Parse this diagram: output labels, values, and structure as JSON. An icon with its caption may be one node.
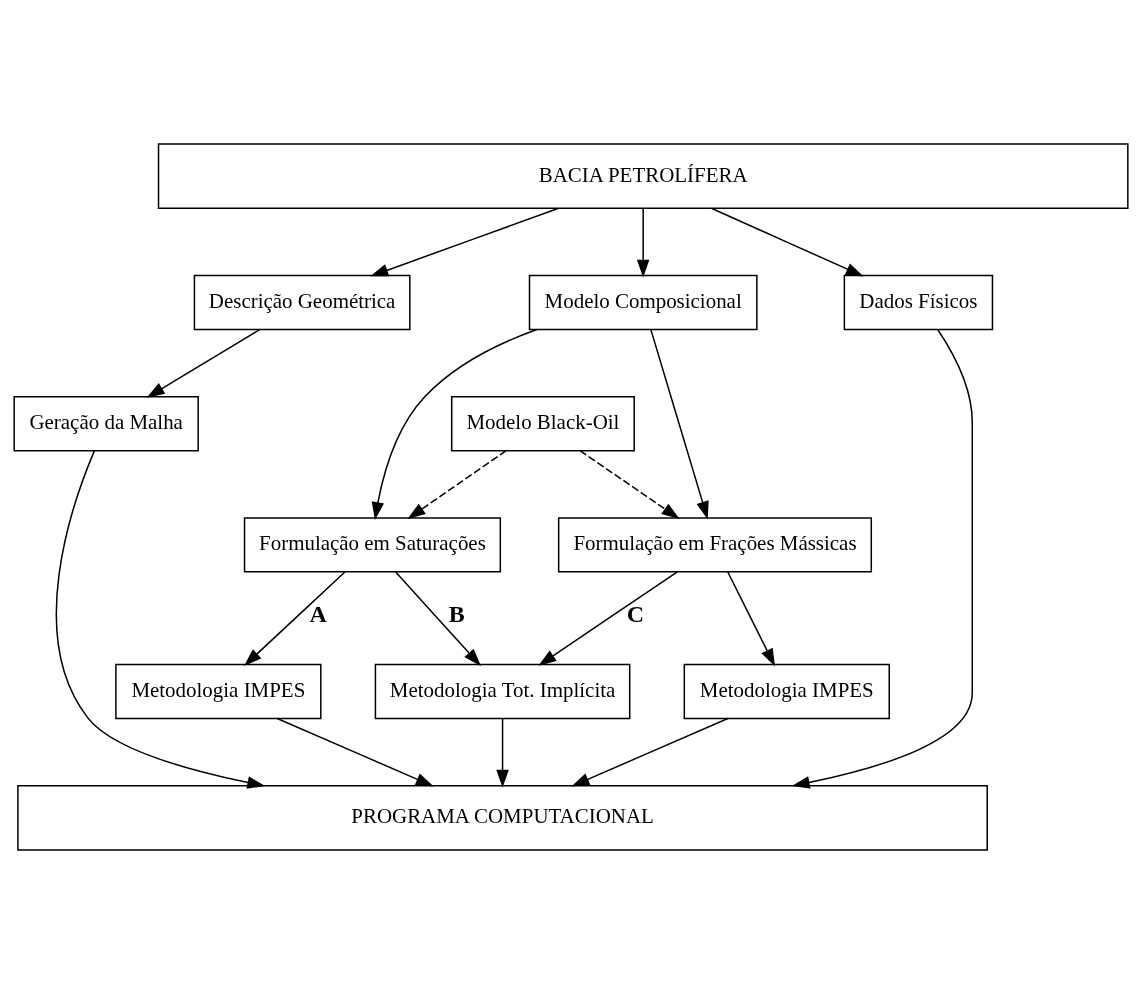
{
  "diagram": {
    "nodes": [
      {
        "text": [
          "BACIA PETROLÍFERA"
        ]
      },
      {
        "text": [
          "Modelo Composicional"
        ]
      },
      {
        "text": [
          "Descrição Geométrica"
        ]
      },
      {
        "text": [
          "Dados Físicos"
        ]
      },
      {
        "text": [
          "Modelo Black-Oil"
        ]
      },
      {
        "text": [
          "Geração da Malha"
        ]
      },
      {
        "text": [
          "Formulação em Saturações"
        ]
      },
      {
        "text": [
          "Formulação em Frações Mássicas"
        ]
      },
      {
        "text": [
          "Metodologia IMPES"
        ]
      },
      {
        "text": [
          "Metodologia Tot. Implícita"
        ]
      },
      {
        "text": [
          "Metodologia IMPES"
        ]
      },
      {
        "text": [
          "PROGRAMA COMPUTACIONAL"
        ]
      }
    ],
    "edges": [
      {
        "from": 0,
        "to": 1,
        "arrow": "to"
      },
      {
        "from": 0,
        "to": 2,
        "arrow": "to"
      },
      {
        "from": 0,
        "to": 3,
        "arrow": "to"
      },
      {
        "from": 1,
        "to": 6,
        "arrow": "to"
      },
      {
        "from": 1,
        "to": 7,
        "arrow": "to"
      },
      {
        "from": 4,
        "to": 6,
        "arrow": "to",
        "style": "dashed"
      },
      {
        "from": 4,
        "to": 7,
        "arrow": "to",
        "style": "dashed"
      },
      {
        "from": 2,
        "to": 5,
        "arrow": "to"
      },
      {
        "from": 6,
        "to": 8,
        "arrow": "to",
        "label": "A"
      },
      {
        "from": 6,
        "to": 9,
        "arrow": "to",
        "label": "B"
      },
      {
        "from": 7,
        "to": 9,
        "arrow": "to",
        "label": "C"
      },
      {
        "from": 7,
        "to": 10,
        "arrow": "to"
      },
      {
        "from": 8,
        "to": 11,
        "arrow": "to"
      },
      {
        "from": 9,
        "to": 11,
        "arrow": "to"
      },
      {
        "from": 10,
        "to": 11,
        "arrow": "to"
      },
      {
        "from": 5,
        "to": 11,
        "arrow": "to"
      },
      {
        "from": 3,
        "to": 11,
        "arrow": "to"
      }
    ]
  }
}
